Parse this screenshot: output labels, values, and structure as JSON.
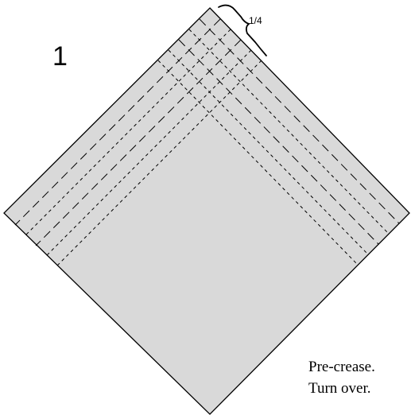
{
  "step": {
    "number": "1"
  },
  "measure": {
    "label": "1/4"
  },
  "instructions": [
    "Pre-crease.",
    "Turn over."
  ],
  "colors": {
    "paper": "#d9d9d9",
    "ink": "#000000"
  }
}
